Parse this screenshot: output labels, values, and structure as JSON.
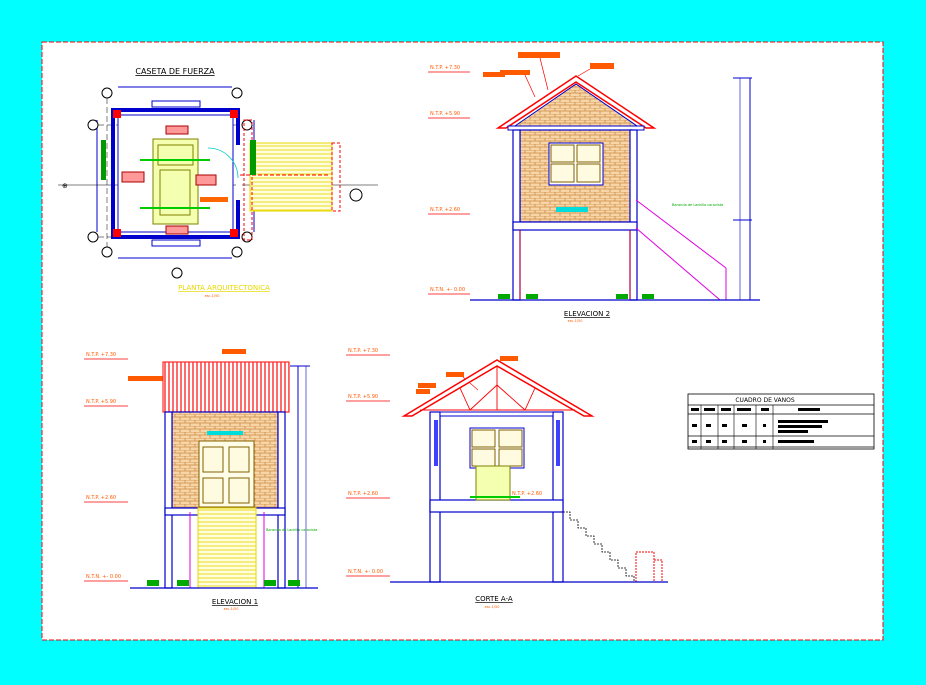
{
  "colors": {
    "background": "#00ffff",
    "sheet": "#ffffff",
    "border": "#ff0000",
    "wall": "#0000cc",
    "brick": "#d9a066",
    "roof": "#ff2a2a",
    "annotation": "#ff5a00",
    "green": "#00cc00",
    "magenta": "#e000e0",
    "yellow": "#f0f000"
  },
  "plan": {
    "title": "CASETA DE FUERZA",
    "caption": "PLANTA  ARQUITECTONICA",
    "scale": "esc.1/50"
  },
  "elev2": {
    "title": "ELEVACION 2",
    "scale": "esc.1/50",
    "levels": [
      "N.T.P. +7.30",
      "N.T.P. +5.90",
      "N.T.P. +2.60",
      "N.T.N. +- 0.00"
    ],
    "note": "Baranda de Ladrillo caravista"
  },
  "elev1": {
    "title": "ELEVACION 1",
    "scale": "esc.1/50",
    "levels": [
      "N.T.P. +7.30",
      "N.T.P. +5.90",
      "N.T.P. +2.60",
      "N.T.N. +- 0.00"
    ],
    "note": "Baranda de Ladrillo caravista"
  },
  "corte": {
    "title": "CORTE A-A",
    "scale": "esc.1/50",
    "levels": [
      "N.T.P. +7.30",
      "N.T.P. +5.90",
      "N.T.P. +2.60",
      "N.T.N. +- 0.00"
    ],
    "inner_level": "N.T.P. +2.60"
  },
  "vanos_table": {
    "title": "CUADRO DE VANOS"
  }
}
